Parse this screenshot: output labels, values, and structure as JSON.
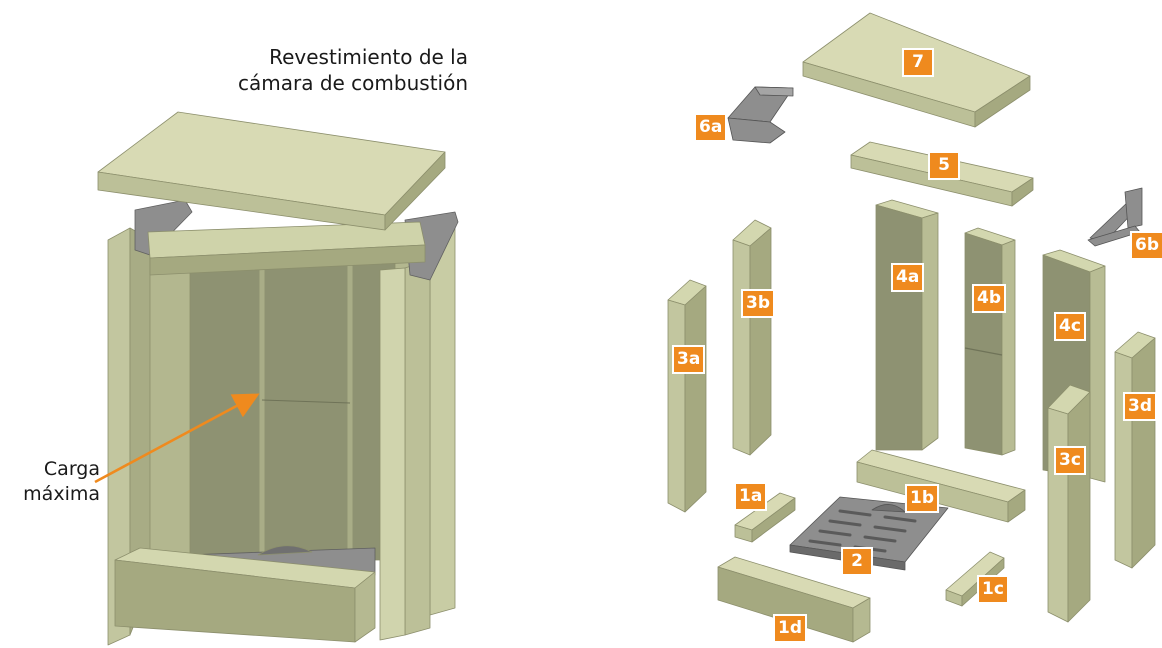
{
  "title_line1": "Revestimiento de la",
  "title_line2": "cámara de combustión",
  "load_line1": "Carga",
  "load_line2": "máxima",
  "colors": {
    "slab_top": "#d8dab4",
    "slab_face": "#bcc098",
    "slab_side": "#a5a980",
    "panel_inner": "#8e9272",
    "metal": "#8e8e8e",
    "metal_dark": "#606060",
    "badge": "#ef8a1e",
    "arrow": "#ef8a1e"
  },
  "parts": [
    {
      "id": "7",
      "label": "7"
    },
    {
      "id": "6a",
      "label": "6a"
    },
    {
      "id": "5",
      "label": "5"
    },
    {
      "id": "6b",
      "label": "6b"
    },
    {
      "id": "4a",
      "label": "4a"
    },
    {
      "id": "4b",
      "label": "4b"
    },
    {
      "id": "4c",
      "label": "4c"
    },
    {
      "id": "3a",
      "label": "3a"
    },
    {
      "id": "3b",
      "label": "3b"
    },
    {
      "id": "3c",
      "label": "3c"
    },
    {
      "id": "3d",
      "label": "3d"
    },
    {
      "id": "1a",
      "label": "1a"
    },
    {
      "id": "1b",
      "label": "1b"
    },
    {
      "id": "1c",
      "label": "1c"
    },
    {
      "id": "1d",
      "label": "1d"
    },
    {
      "id": "2",
      "label": "2"
    }
  ]
}
